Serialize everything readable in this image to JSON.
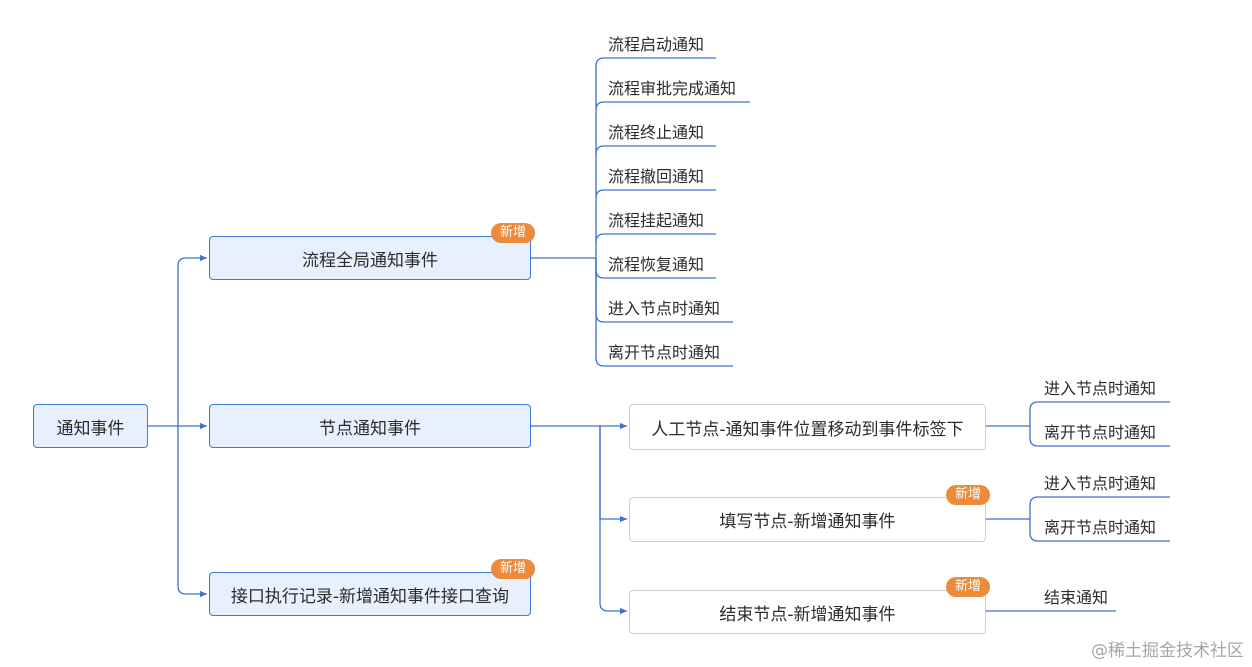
{
  "root": {
    "label": "通知事件"
  },
  "branches": [
    {
      "label": "流程全局通知事件",
      "badge": "新增"
    },
    {
      "label": "节点通知事件",
      "badge": ""
    },
    {
      "label": "接口执行记录-新增通知事件接口查询",
      "badge": "新增"
    }
  ],
  "global_events": [
    "流程启动通知",
    "流程审批完成通知",
    "流程终止通知",
    "流程撤回通知",
    "流程挂起通知",
    "流程恢复通知",
    "进入节点时通知",
    "离开节点时通知"
  ],
  "node_types": [
    {
      "label": "人工节点-通知事件位置移动到事件标签下",
      "badge": "",
      "events": [
        "进入节点时通知",
        "离开节点时通知"
      ]
    },
    {
      "label": "填写节点-新增通知事件",
      "badge": "新增",
      "events": [
        "进入节点时通知",
        "离开节点时通知"
      ]
    },
    {
      "label": "结束节点-新增通知事件",
      "badge": "新增",
      "events": [
        "结束通知"
      ]
    }
  ],
  "watermark": "@稀土掘金技术社区",
  "colors": {
    "line": "#3c6fd4",
    "badge": "#ec8b3a",
    "node_fill": "#e7f0fc",
    "node_border": "#3c7ae0"
  }
}
